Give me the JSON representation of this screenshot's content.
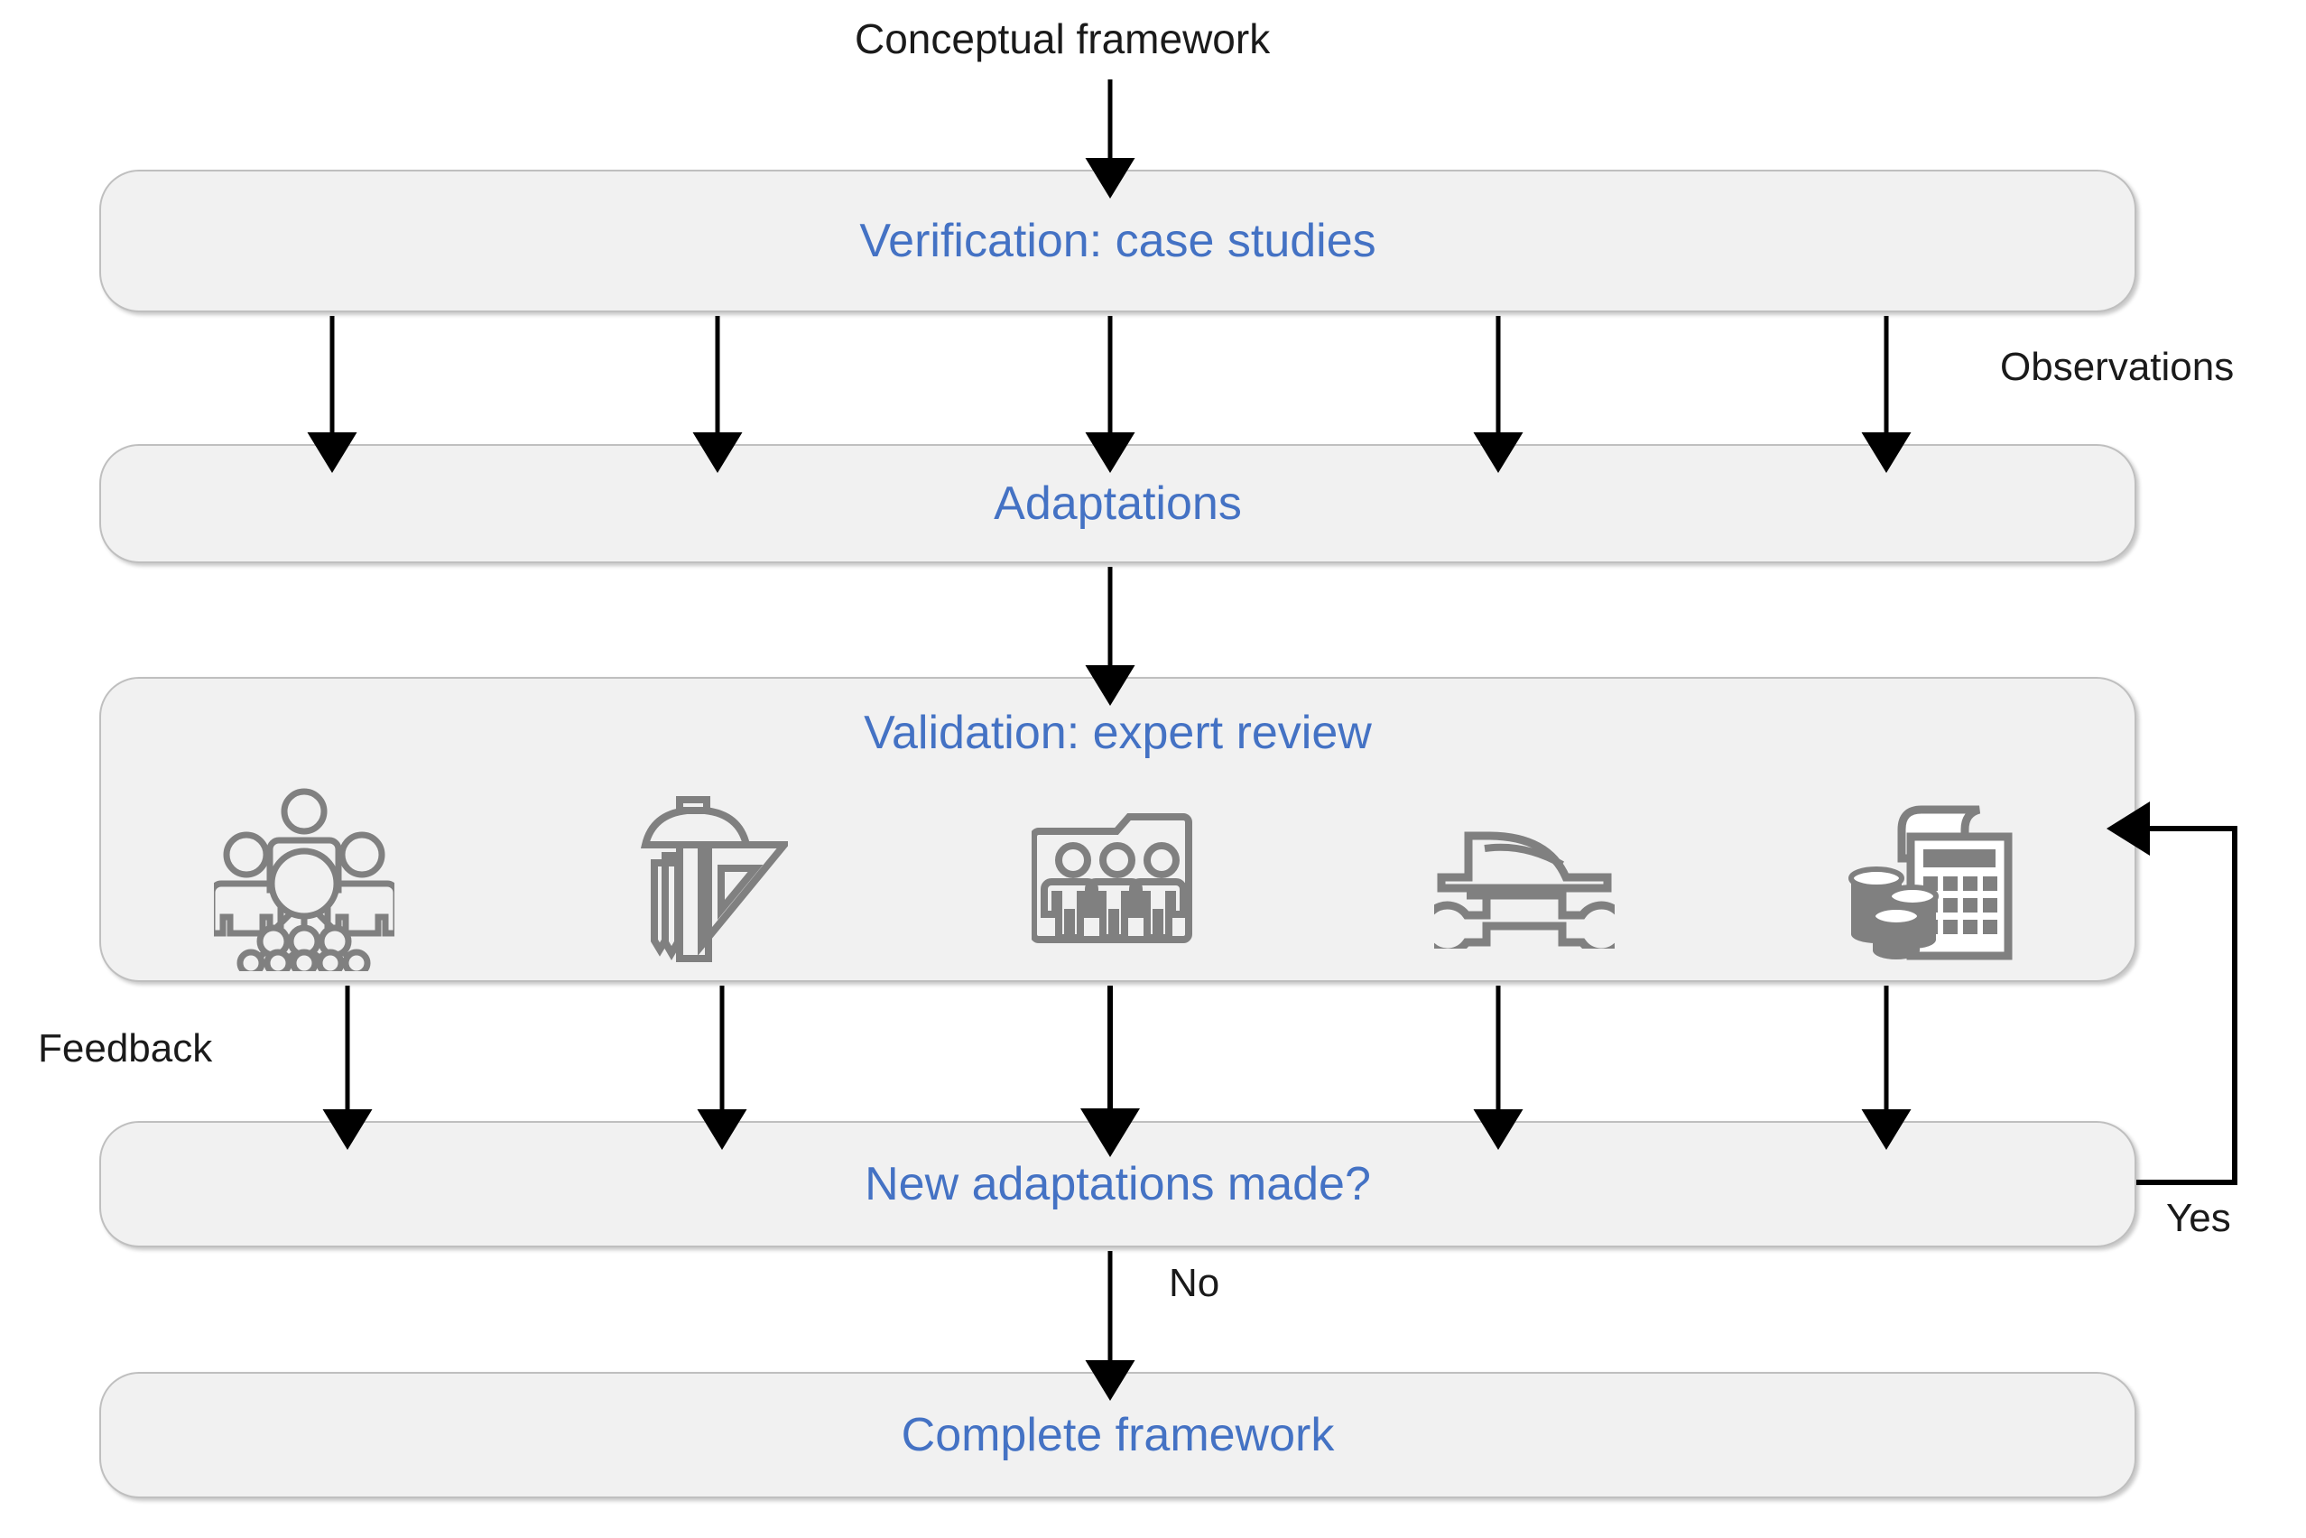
{
  "diagram": {
    "title_entry": "Conceptual framework",
    "accent_color": "#4472C4",
    "box_fill": "#F1F1F1",
    "box_border": "#BFBFBF",
    "icon_color": "#808080",
    "text_color": "#1A1A1A"
  },
  "nodes": {
    "verification": "Verification: case studies",
    "adaptations": "Adaptations",
    "validation": "Validation: expert review",
    "decision": "New adaptations made?",
    "complete": "Complete framework"
  },
  "edge_labels": {
    "observations": "Observations",
    "feedback": "Feedback",
    "yes": "Yes",
    "no": "No"
  },
  "validation_icons": [
    {
      "name": "stakeholder-network-icon",
      "label": "stakeholder network"
    },
    {
      "name": "design-tools-icon",
      "label": "design tools"
    },
    {
      "name": "personnel-folder-icon",
      "label": "personnel folder"
    },
    {
      "name": "maintenance-icon",
      "label": "hard hat and wrench"
    },
    {
      "name": "finance-calculator-icon",
      "label": "finance calculator"
    }
  ],
  "flow": {
    "entry_arrow_count": 1,
    "verification_to_adaptations_arrows": 5,
    "adaptations_to_validation_arrows": 1,
    "validation_to_decision_arrows": 5,
    "decision_to_complete_arrows": 1,
    "feedback_loop": "decision -> validation"
  }
}
